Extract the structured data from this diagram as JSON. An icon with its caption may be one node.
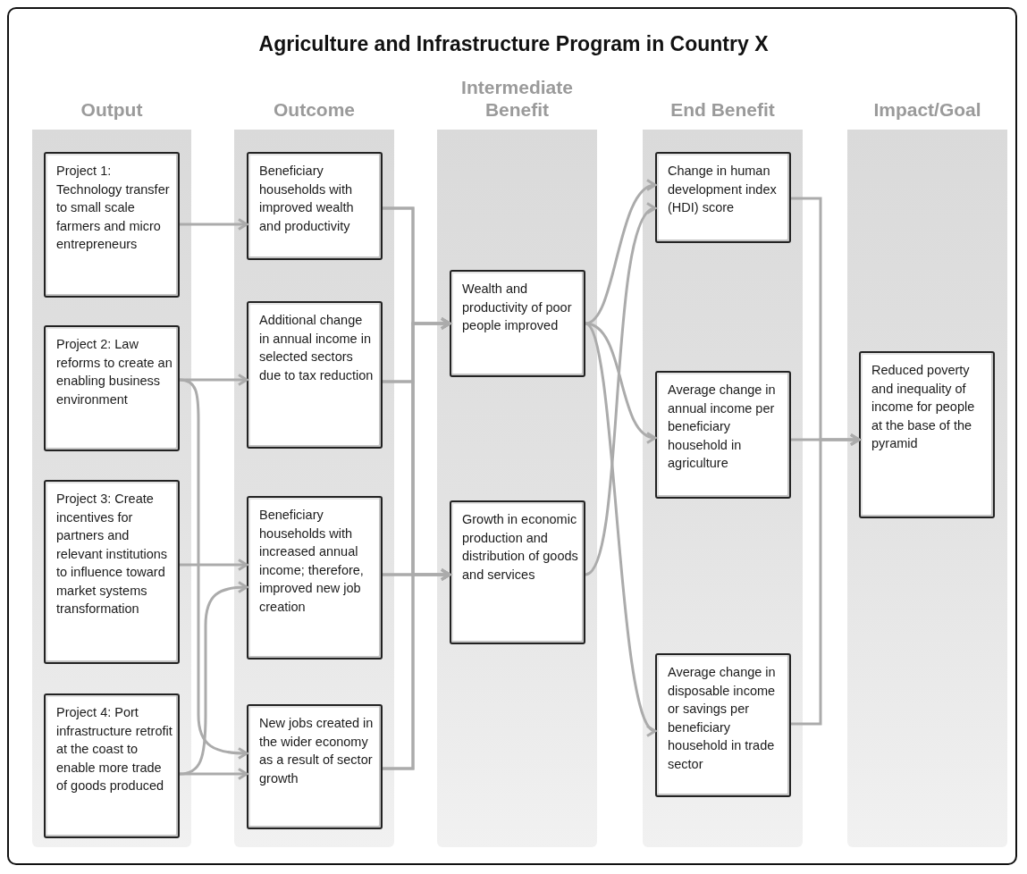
{
  "diagram": {
    "title": "Agriculture and Infrastructure Program in Country X",
    "nodes": [
      {
        "text": [
          "Output"
        ]
      },
      {
        "text": [
          "Project 1: Technology transfer to small scale farmers and micro entrepreneurs"
        ],
        "in": 0
      },
      {
        "text": [
          "Project 2: Law reforms to create an enabling business environment"
        ],
        "in": 0
      },
      {
        "text": [
          "Project 3: Create incentives for partners and relevant institutions to influence toward market systems transformation"
        ],
        "in": 0
      },
      {
        "text": [
          "Project 4: Port infrastructure retrofit at the coast to enable more trade of goods produced"
        ],
        "in": 0
      },
      {
        "text": [
          "Outcome"
        ]
      },
      {
        "text": [
          "Beneficiary households with improved wealth and productivity"
        ],
        "in": 5
      },
      {
        "text": [
          "Additional change in annual income in selected sectors due to tax reduction"
        ],
        "in": 5
      },
      {
        "text": [
          "Beneficiary households with increased annual income; therefore, improved new job creation"
        ],
        "in": 5
      },
      {
        "text": [
          "New jobs created in the wider economy as a result of sector growth"
        ],
        "in": 5
      },
      {
        "text": [
          "Intermediate Benefit"
        ]
      },
      {
        "text": [
          "Wealth and productivity of poor people improved"
        ],
        "in": 10
      },
      {
        "text": [
          "Growth in economic production and distribution of goods and services"
        ],
        "in": 10
      },
      {
        "text": [
          "End Benefit"
        ]
      },
      {
        "text": [
          "Change in human development index (HDI) score"
        ],
        "in": 13
      },
      {
        "text": [
          "Average change in annual income per beneficiary household in agriculture"
        ],
        "in": 13
      },
      {
        "text": [
          "Average change in disposable income or savings per beneficiary household in trade sector"
        ],
        "in": 13
      },
      {
        "text": [
          "Impact/Goal"
        ]
      },
      {
        "text": [
          "Reduced poverty and inequality of income for people at the base of the pyramid"
        ],
        "in": 17
      }
    ],
    "edges": [
      {
        "from": 1,
        "to": 6,
        "arrow": "to"
      },
      {
        "from": 2,
        "to": 7,
        "arrow": "to"
      },
      {
        "from": 2,
        "to": 9,
        "arrow": "to"
      },
      {
        "from": 3,
        "to": 8,
        "arrow": "to"
      },
      {
        "from": 4,
        "to": 8,
        "arrow": "to"
      },
      {
        "from": 4,
        "to": 9,
        "arrow": "to"
      },
      {
        "from": 6,
        "to": 11,
        "arrow": "to"
      },
      {
        "from": 6,
        "to": 12,
        "arrow": "to"
      },
      {
        "from": 7,
        "to": 11,
        "arrow": "to"
      },
      {
        "from": 7,
        "to": 12,
        "arrow": "to"
      },
      {
        "from": 8,
        "to": 11,
        "arrow": "to"
      },
      {
        "from": 8,
        "to": 12,
        "arrow": "to"
      },
      {
        "from": 9,
        "to": 11,
        "arrow": "to"
      },
      {
        "from": 9,
        "to": 12,
        "arrow": "to"
      },
      {
        "from": 11,
        "to": 14,
        "arrow": "to"
      },
      {
        "from": 12,
        "to": 14,
        "arrow": "to"
      },
      {
        "from": 11,
        "to": 15,
        "arrow": "to"
      },
      {
        "from": 11,
        "to": 16,
        "arrow": "to"
      },
      {
        "from": 14,
        "to": 18,
        "arrow": "to"
      },
      {
        "from": 15,
        "to": 18,
        "arrow": "to"
      },
      {
        "from": 16,
        "to": 18,
        "arrow": "to"
      }
    ]
  }
}
